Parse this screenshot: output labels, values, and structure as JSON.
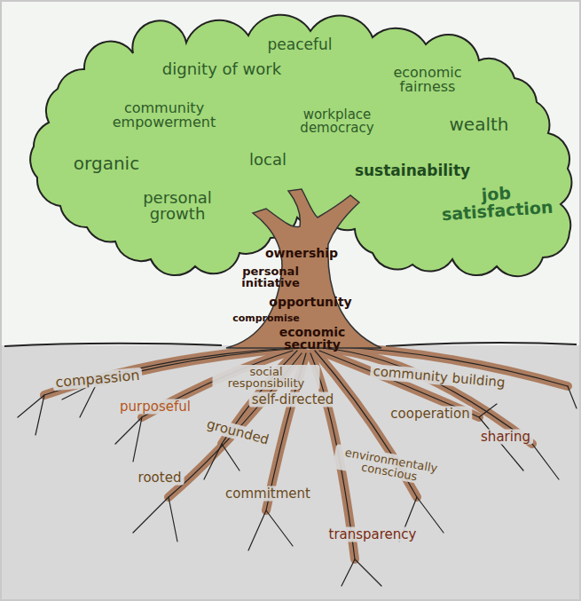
{
  "diagram": {
    "labels": [
      "peaceful",
      "dignity of work",
      "economic fairness",
      "community empowerment",
      "workplace democracy",
      "wealth",
      "organic",
      "local",
      "sustainability",
      "personal growth",
      "job satisfaction",
      "ownership",
      "personal initiative",
      "opportunity",
      "compromise",
      "economic security",
      "compassion",
      "social responsibility",
      "community building",
      "purposeful",
      "self-directed",
      "cooperation",
      "sharing",
      "grounded",
      "environmentally conscious",
      "rooted",
      "commitment",
      "transparency"
    ]
  }
}
